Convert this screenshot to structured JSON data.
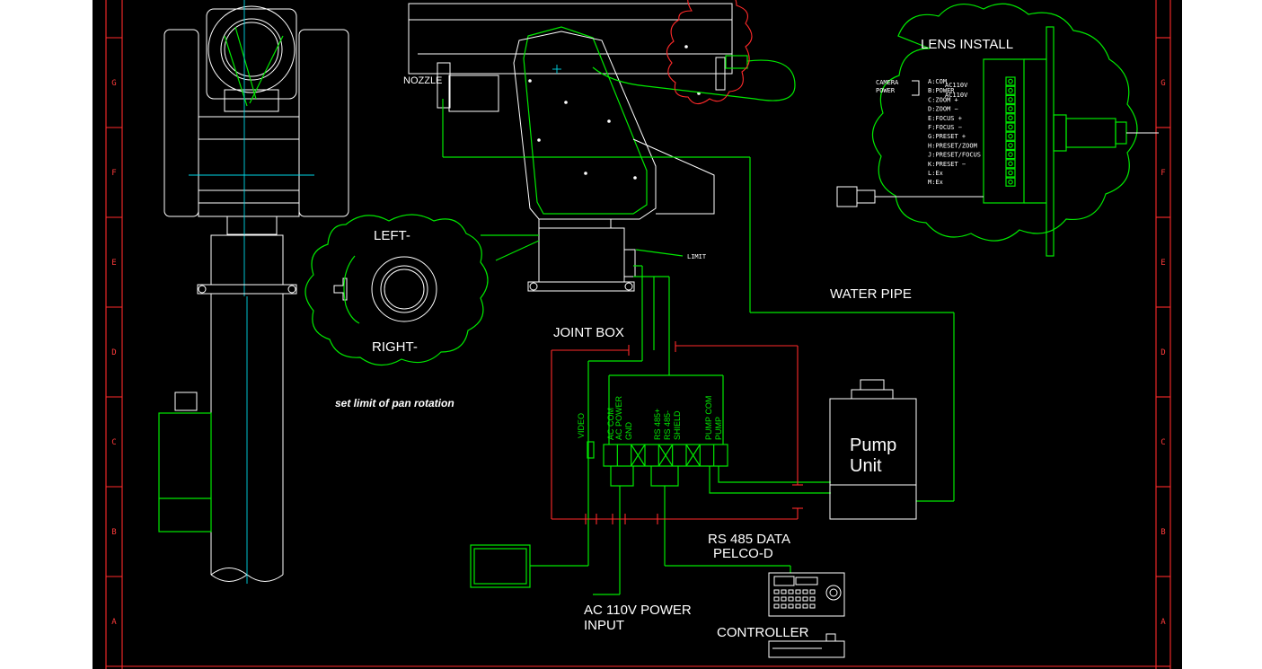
{
  "colors": {
    "background": "#000000",
    "outer": "#ffffff",
    "frame": "#ff2a2a",
    "wire": "#00e800",
    "equipment": "#ffffff",
    "centerline": "#00d8e8",
    "label": "#ffffff"
  },
  "border": {
    "zone_labels": [
      "G",
      "F",
      "E",
      "D",
      "C",
      "B",
      "A"
    ]
  },
  "labels": {
    "nozzle": "NOZZLE",
    "lens_install": "LENS INSTALL",
    "left": "LEFT-",
    "right": "RIGHT-",
    "set_limit": "set limit of pan rotation",
    "limit": "LIMIT",
    "water_pipe": "WATER PIPE",
    "joint_box": "JOINT BOX",
    "pump_unit_line1": "Pump",
    "pump_unit_line2": "Unit",
    "rs485_line1": "RS 485 DATA",
    "rs485_line2": "PELCO-D",
    "ac_power_line1": "AC 110V POWER",
    "ac_power_line2": "INPUT",
    "controller": "CONTROLLER"
  },
  "lens_install": {
    "camera_power": [
      "CAMERA",
      "POWER"
    ],
    "terminals": [
      "A:COM",
      "B:POWER",
      "C:ZOOM +",
      "D:ZOOM −",
      "E:FOCUS +",
      "F:FOCUS −",
      "G:PRESET +",
      "H:PRESET/ZOOM",
      "J:PRESET/FOCUS",
      "K:PRESET −",
      "L:Ex",
      "M:Ex"
    ],
    "voltage_labels": [
      "AC110V",
      "AC110V"
    ]
  },
  "terminal_block": {
    "video": "VIDEO",
    "terminals": [
      "AC COM",
      "AC POWER",
      "GND",
      "RS 485+",
      "RS 485-",
      "SHIELD",
      "PUMP COM",
      "PUMP"
    ]
  }
}
